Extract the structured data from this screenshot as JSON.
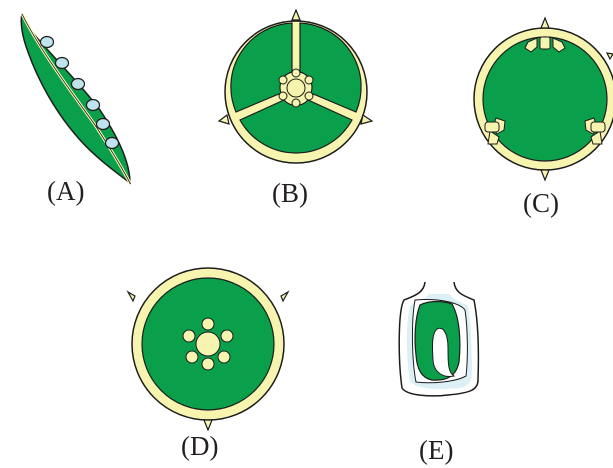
{
  "colors": {
    "tissue_green": "#0aa04b",
    "pale_wall": "#f7f4b0",
    "seed_blue": "#bfe4ee",
    "outline": "#1c1c1c",
    "text": "#231f20"
  },
  "figures": [
    {
      "id": "A",
      "label": "(A)"
    },
    {
      "id": "B",
      "label": "(B)"
    },
    {
      "id": "C",
      "label": "(C)"
    },
    {
      "id": "D",
      "label": "(D)"
    },
    {
      "id": "E",
      "label": "(E)"
    }
  ]
}
